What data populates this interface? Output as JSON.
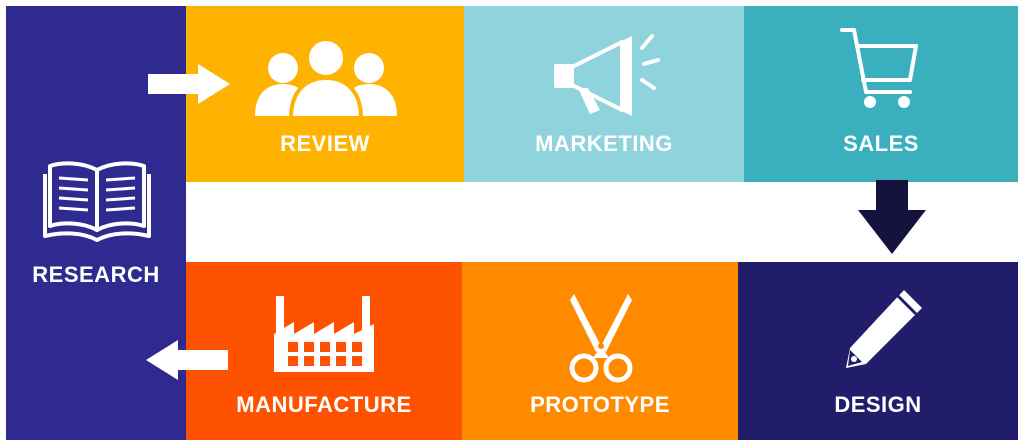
{
  "steps": {
    "research": "RESEARCH",
    "review": "REVIEW",
    "marketing": "MARKETING",
    "sales": "SALES",
    "design": "DESIGN",
    "prototype": "PROTOTYPE",
    "manufacture": "MANUFACTURE"
  },
  "colors": {
    "research": "#2E2A8F",
    "review": "#FDB300",
    "marketing": "#8FD3DD",
    "sales": "#3AB0BE",
    "design": "#221D6B",
    "prototype": "#FF8A00",
    "manufacture": "#FF5200",
    "arrow_light": "#ffffff",
    "arrow_dark": "#15133E"
  },
  "icons": {
    "research": "open-book-icon",
    "review": "people-group-icon",
    "marketing": "megaphone-icon",
    "sales": "shopping-cart-icon",
    "design": "pencil-icon",
    "prototype": "scissors-icon",
    "manufacture": "factory-icon"
  }
}
